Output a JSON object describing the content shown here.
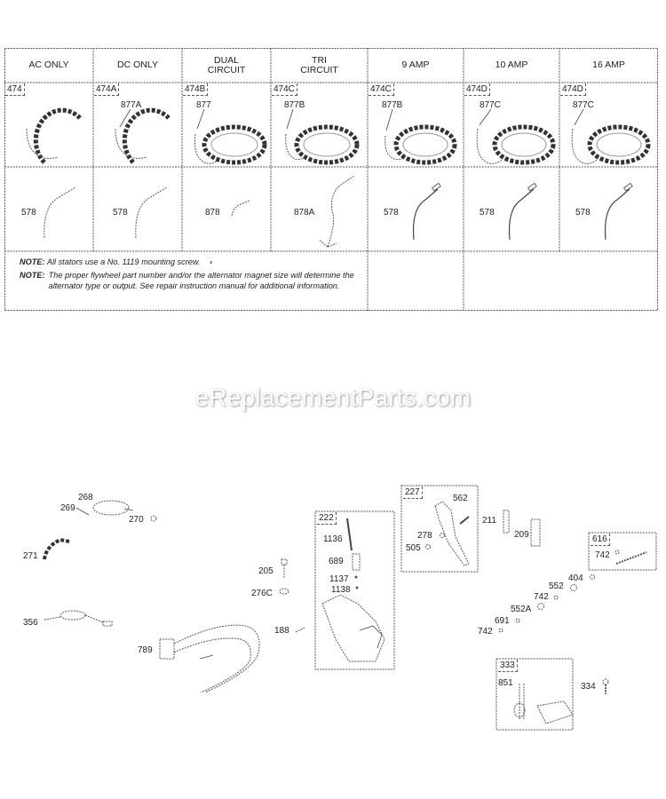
{
  "table": {
    "columns": [
      {
        "header": "AC ONLY",
        "stator_ref": "474",
        "harness_ref": "",
        "lead_ref": "578"
      },
      {
        "header": "DC ONLY",
        "stator_ref": "474A",
        "harness_ref": "877A",
        "lead_ref": "578"
      },
      {
        "header": "DUAL\nCIRCUIT",
        "stator_ref": "474B",
        "harness_ref": "877",
        "lead_ref": "878"
      },
      {
        "header": "TRI\nCIRCUIT",
        "stator_ref": "474C",
        "harness_ref": "877B",
        "lead_ref": "878A"
      },
      {
        "header": "9 AMP",
        "stator_ref": "474C",
        "harness_ref": "877B",
        "lead_ref": "578"
      },
      {
        "header": "10 AMP",
        "stator_ref": "474D",
        "harness_ref": "877C",
        "lead_ref": "578"
      },
      {
        "header": "16 AMP",
        "stator_ref": "474D",
        "harness_ref": "877C",
        "lead_ref": "578"
      }
    ],
    "notes": [
      {
        "label": "NOTE:",
        "text": "All stators use a No. 1119 mounting screw."
      },
      {
        "label": "NOTE:",
        "text": "The proper flywheel part number and/or the alternator magnet size will determine the alternator type or output. See repair instruction manual for additional information."
      }
    ]
  },
  "watermark": "eReplacementParts.com",
  "parts": {
    "p268": "268",
    "p269": "269",
    "p270": "270",
    "p271": "271",
    "p356": "356",
    "p789": "789",
    "p205": "205",
    "p276C": "276C",
    "p188": "188",
    "p211": "211",
    "p209": "209",
    "p404": "404",
    "p552": "552",
    "p742a": "742",
    "p552A": "552A",
    "p691": "691",
    "p742b": "742",
    "p334": "334"
  },
  "kits": {
    "k222": {
      "ref": "222",
      "items": [
        "1136",
        "689",
        "1137",
        "1138"
      ]
    },
    "k227": {
      "ref": "227",
      "items": [
        "562",
        "278",
        "505"
      ]
    },
    "k616": {
      "ref": "616",
      "items": [
        "742"
      ]
    },
    "k333": {
      "ref": "333",
      "items": [
        "851"
      ]
    }
  }
}
